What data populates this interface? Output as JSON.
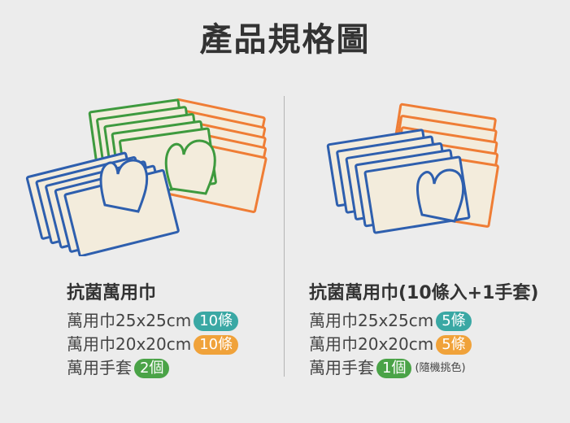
{
  "page": {
    "title": "產品規格圖"
  },
  "colors": {
    "teal": "#3aa8a4",
    "orange": "#f0a23a",
    "green": "#4aa347",
    "towel_blue": "#2e5fae",
    "towel_green": "#3e9a3e",
    "towel_orange": "#ef7d35",
    "towel_fill": "#f3ecdc"
  },
  "left": {
    "title": "抗菌萬用巾",
    "rows": [
      {
        "label": "萬用巾25x25cm",
        "badge": "10條"
      },
      {
        "label": "萬用巾20x20cm",
        "badge": "10條"
      },
      {
        "label": "萬用手套",
        "badge": "2個"
      }
    ]
  },
  "right": {
    "title": "抗菌萬用巾(10條入+1手套)",
    "rows": [
      {
        "label": "萬用巾25x25cm",
        "badge": "5條"
      },
      {
        "label": "萬用巾20x20cm",
        "badge": "5條"
      },
      {
        "label": "萬用手套",
        "badge": "1個",
        "note": "(隨機挑色)"
      }
    ]
  }
}
